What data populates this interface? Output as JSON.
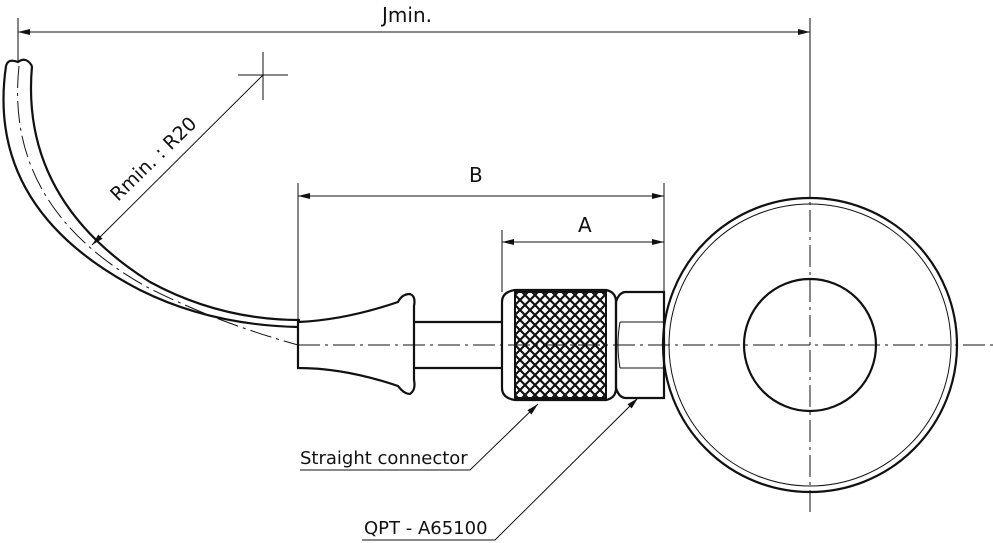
{
  "dimensions": {
    "j_label": "Jmin.",
    "b_label": "B",
    "a_label": "A",
    "radius_label": "Rmin. : R20"
  },
  "callouts": {
    "connector_label": "Straight connector",
    "part_label": "QPT - A65100"
  }
}
